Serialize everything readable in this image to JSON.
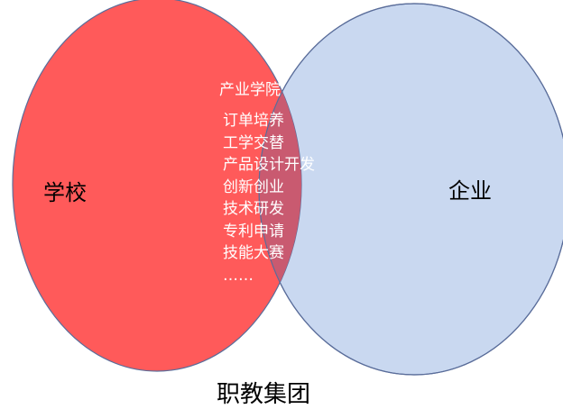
{
  "diagram": {
    "left_circle_label": "学校",
    "right_circle_label": "企业",
    "overlap_title": "产业学院",
    "overlap_items": [
      "订单培养",
      "工学交替",
      "产品设计开发",
      "创新创业",
      "技术研发",
      "专利申请",
      "技能大赛",
      "……"
    ],
    "bottom_title": "职教集团"
  },
  "colors": {
    "left_circle_fill": "#ff5a5a",
    "right_circle_fill": "#c9d8f0",
    "overlap_fill": "#c95a70",
    "circle_stroke": "#5a6d9a",
    "overlap_text": "#ffffff",
    "label_text": "#000000"
  }
}
